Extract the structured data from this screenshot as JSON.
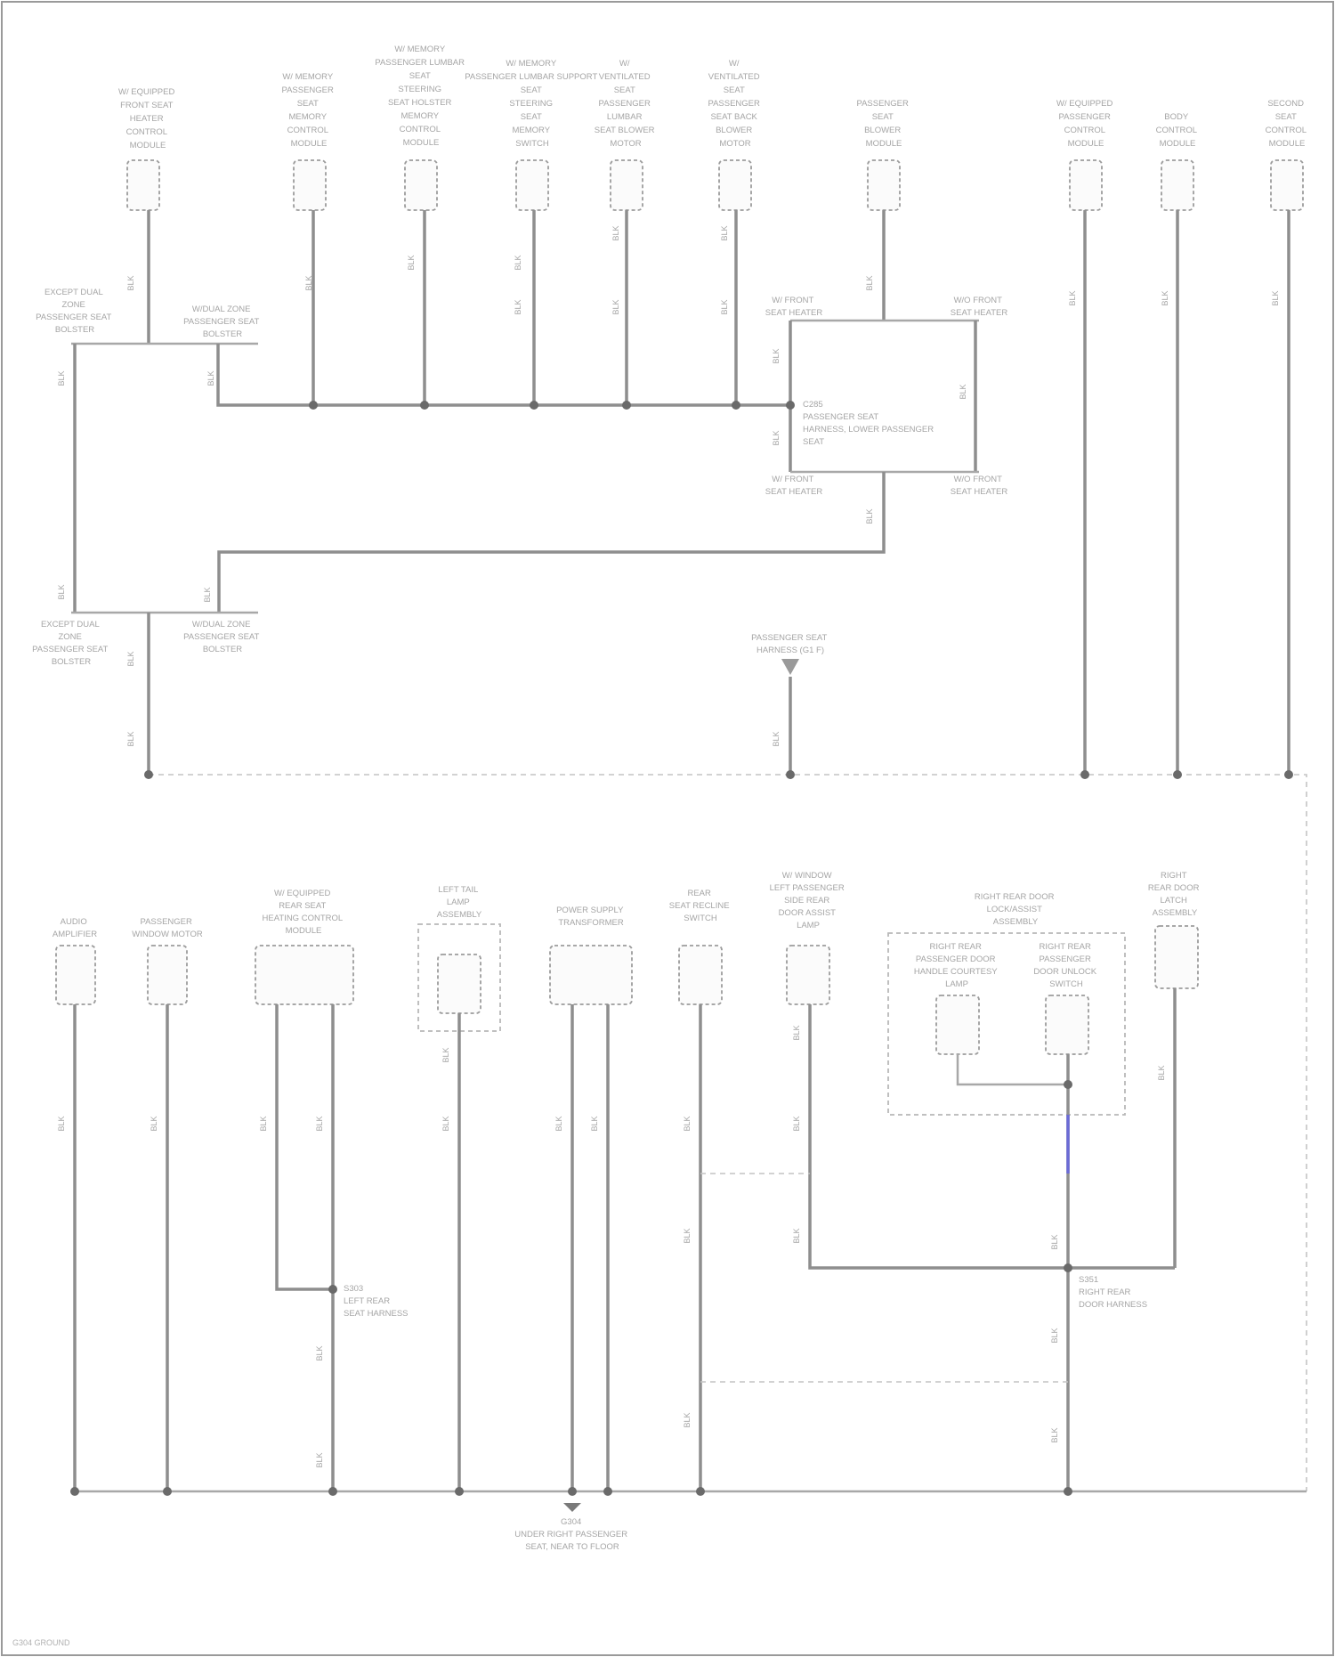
{
  "components_top": [
    {
      "id": "t1",
      "lines": [
        "W/ EQUIPPED",
        "FRONT SEAT",
        "HEATER",
        "CONTROL",
        "MODULE"
      ]
    },
    {
      "id": "t2",
      "lines": [
        "W/ MEMORY",
        "PASSENGER",
        "SEAT",
        "MEMORY",
        "CONTROL",
        "MODULE"
      ]
    },
    {
      "id": "t3",
      "lines": [
        "W/ MEMORY",
        "PASSENGER LUMBAR",
        "SEAT",
        "STEERING",
        "SEAT HOLSTER",
        "MEMORY",
        "CONTROL",
        "MODULE"
      ]
    },
    {
      "id": "t4",
      "lines": [
        "W/ MEMORY",
        "PASSENGER LUMBAR SUPPORT",
        "SEAT",
        "STEERING",
        "SEAT",
        "MEMORY",
        "SWITCH"
      ]
    },
    {
      "id": "t5",
      "lines": [
        "W/",
        "VENTILATED",
        "SEAT",
        "PASSENGER",
        "LUMBAR",
        "SEAT BLOWER",
        "MOTOR"
      ]
    },
    {
      "id": "t6",
      "lines": [
        "W/",
        "VENTILATED",
        "SEAT",
        "PASSENGER",
        "SEAT BACK",
        "BLOWER",
        "MOTOR"
      ]
    },
    {
      "id": "t7",
      "lines": [
        "PASSENGER",
        "SEAT",
        "BLOWER",
        "MODULE"
      ]
    },
    {
      "id": "t8",
      "lines": [
        "W/ EQUIPPED",
        "PASSENGER",
        "CONTROL",
        "MODULE"
      ]
    },
    {
      "id": "t9",
      "lines": [
        "BODY",
        "CONTROL",
        "MODULE"
      ]
    },
    {
      "id": "t10",
      "lines": [
        "SECOND",
        "SEAT",
        "CONTROL",
        "MODULE"
      ]
    }
  ],
  "junction_labels": [
    {
      "id": "j1",
      "lines": [
        "EXCEPT DUAL",
        "ZONE",
        "PASSENGER SEAT",
        "BOLSTER"
      ]
    },
    {
      "id": "j2",
      "lines": [
        "W/DUAL ZONE",
        "PASSENGER SEAT",
        "BOLSTER"
      ]
    },
    {
      "id": "j3",
      "lines": [
        "W/ FRONT",
        "SEAT HEATER"
      ]
    },
    {
      "id": "j4",
      "lines": [
        "W/O FRONT",
        "SEAT HEATER"
      ]
    },
    {
      "id": "j5",
      "lines": [
        "C285",
        "PASSENGER SEAT",
        "HARNESS, LOWER PASSENGER",
        "SEAT"
      ]
    },
    {
      "id": "j6",
      "lines": [
        "W/ FRONT",
        "SEAT HEATER"
      ]
    },
    {
      "id": "j7",
      "lines": [
        "W/O FRONT",
        "SEAT HEATER"
      ]
    },
    {
      "id": "j8",
      "lines": [
        "EXCEPT DUAL",
        "ZONE",
        "PASSENGER SEAT",
        "BOLSTER"
      ]
    },
    {
      "id": "j9",
      "lines": [
        "W/DUAL ZONE",
        "PASSENGER SEAT",
        "BOLSTER"
      ]
    },
    {
      "id": "j10",
      "lines": [
        "PASSENGER SEAT",
        "HARNESS (G1 F)"
      ]
    }
  ],
  "components_bottom": [
    {
      "id": "b1",
      "lines": [
        "AUDIO",
        "AMPLIFIER"
      ]
    },
    {
      "id": "b2",
      "lines": [
        "PASSENGER",
        "WINDOW MOTOR"
      ]
    },
    {
      "id": "b3",
      "lines": [
        "W/ EQUIPPED",
        "REAR SEAT",
        "HEATING CONTROL",
        "MODULE"
      ]
    },
    {
      "id": "b4",
      "lines": [
        "LEFT TAIL",
        "LAMP",
        "ASSEMBLY"
      ]
    },
    {
      "id": "b5",
      "lines": [
        "POWER SUPPLY",
        "TRANSFORMER"
      ]
    },
    {
      "id": "b6",
      "lines": [
        "REAR",
        "SEAT RECLINE",
        "SWITCH"
      ]
    },
    {
      "id": "b7",
      "lines": [
        "W/ WINDOW",
        "LEFT PASSENGER",
        "SIDE REAR",
        "DOOR ASSIST",
        "LAMP"
      ]
    },
    {
      "id": "b8",
      "lines": [
        "RIGHT REAR DOOR",
        "LOCK/ASSIST",
        "ASSEMBLY"
      ]
    },
    {
      "id": "b9",
      "lines": [
        "RIGHT",
        "REAR DOOR",
        "LATCH",
        "ASSEMBLY"
      ]
    }
  ],
  "inner_components": [
    {
      "id": "i1",
      "lines": [
        "RIGHT REAR",
        "PASSENGER DOOR",
        "HANDLE COURTESY",
        "LAMP"
      ]
    },
    {
      "id": "i2",
      "lines": [
        "RIGHT REAR",
        "PASSENGER",
        "DOOR UNLOCK",
        "SWITCH"
      ]
    }
  ],
  "splice_labels": [
    {
      "id": "s1",
      "lines": [
        "S303",
        "LEFT REAR",
        "SEAT HARNESS"
      ]
    },
    {
      "id": "s2",
      "lines": [
        "S351",
        "RIGHT REAR",
        "DOOR HARNESS"
      ]
    }
  ],
  "ground_label": [
    "G304",
    "UNDER RIGHT PASSENGER",
    "SEAT, NEAR TO FLOOR"
  ],
  "wire_labels": [
    "BLK",
    "BLK",
    "BLK",
    "BLK",
    "BLK",
    "BLK",
    "BLK",
    "BLK",
    "BLK",
    "BLK"
  ],
  "wire_label_text": "BLK",
  "footer": "G304 GROUND"
}
